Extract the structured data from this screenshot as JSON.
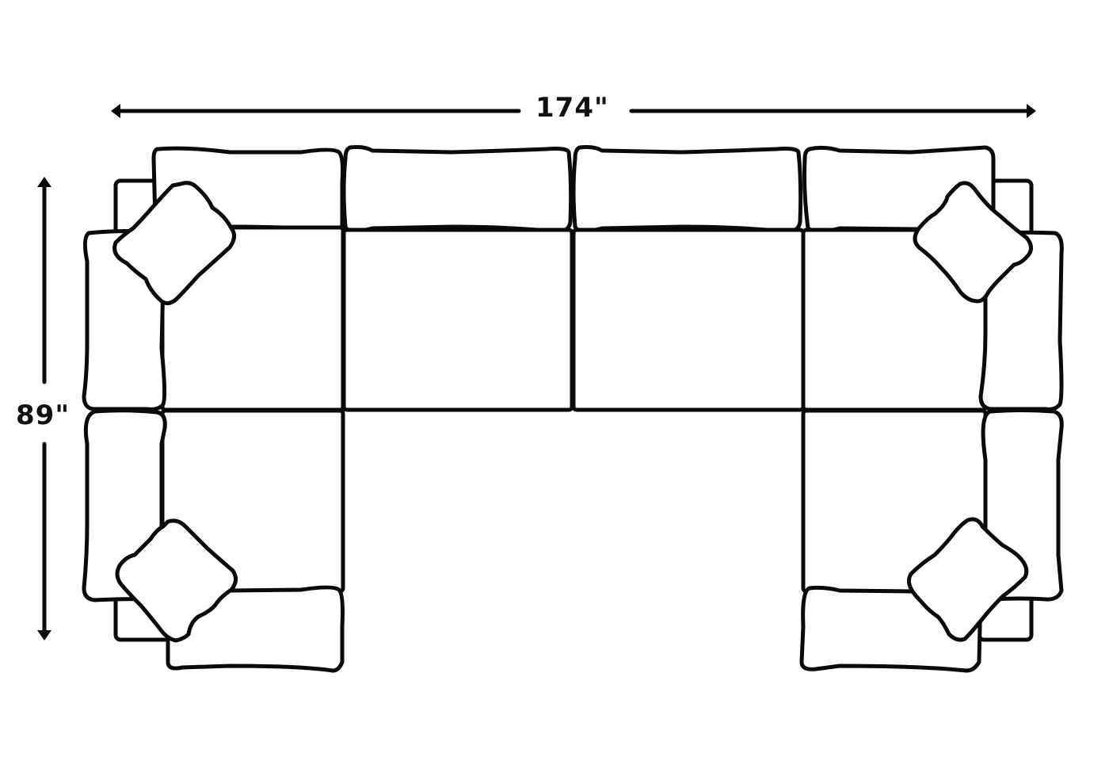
{
  "diagram": {
    "subject": "U-shaped sectional sofa, top view",
    "dimensions": {
      "width": "174\"",
      "depth": "89\""
    },
    "components": {
      "corner_pieces": 4,
      "armless_seats": 2,
      "throw_pillows": 4,
      "armrests": 4
    },
    "colors": {
      "line": "#0a0a0a",
      "background": "#ffffff"
    }
  }
}
